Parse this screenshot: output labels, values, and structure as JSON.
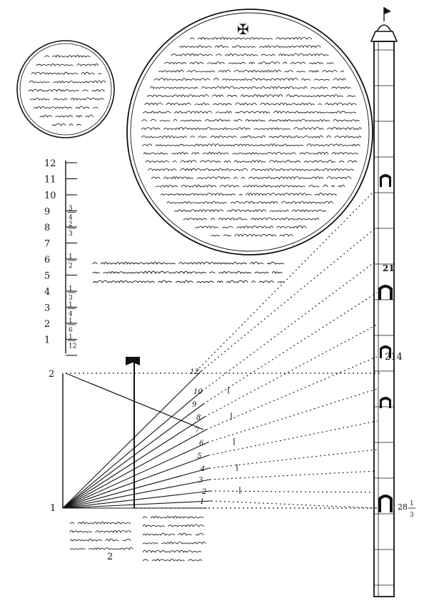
{
  "scale_numbers": [
    "12",
    "11",
    "10",
    "9",
    "8",
    "7",
    "6",
    "5",
    "4",
    "3",
    "2",
    "1"
  ],
  "scale_fractions": [
    {
      "num": "3",
      "den": "4"
    },
    {
      "num": "2",
      "den": "3"
    },
    {
      "num": "1",
      "den": "2"
    },
    {
      "num": "1",
      "den": "3"
    },
    {
      "num": "1",
      "den": "4"
    },
    {
      "num": "1",
      "den": "6"
    },
    {
      "num": "1",
      "den": "12"
    }
  ],
  "point_labels": {
    "origin": "1",
    "staff_top": "2",
    "bottom_mark": "2"
  },
  "sight_labels": [
    "12",
    "10",
    "9",
    "8",
    "7",
    "6",
    "5",
    "4",
    "3",
    "2",
    "1"
  ],
  "tower_labels": {
    "upper": "21",
    "middle": "214",
    "bottom_num": "28",
    "bottom_frac": "1",
    "bottom_den": "3"
  },
  "small_circle_text": "Научися... (handwritten Cyrillic note)",
  "large_circle_text": "Измерение башни (handwritten Cyrillic text)",
  "caption_text": "Истинное изображение (handwritten Cyrillic caption)",
  "bottom_left_text": "(handwritten Cyrillic note)",
  "bottom_right_text": "(handwritten Cyrillic note)"
}
